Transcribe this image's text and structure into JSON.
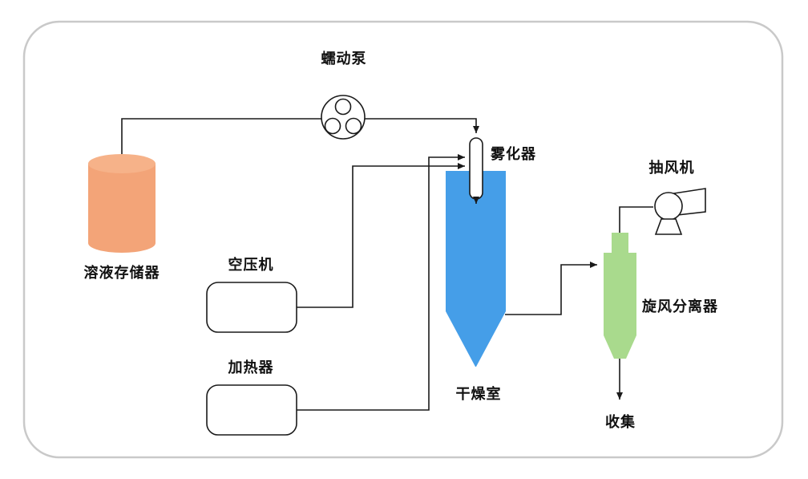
{
  "diagram": {
    "labels": {
      "pump": "蠕动泵",
      "reservoir": "溶液存储器",
      "compressor": "空压机",
      "heater": "加热器",
      "atomizer": "雾化器",
      "chamber": "干燥室",
      "cyclone": "旋风分离器",
      "fan": "抽风机",
      "collect": "收集"
    },
    "colors": {
      "reservoir_body": "#f3a478",
      "reservoir_top": "#f6b289",
      "chamber": "#459ee8",
      "cyclone": "#a9da8d",
      "line": "#1a1a1a",
      "frame": "#c9c9c9"
    }
  }
}
